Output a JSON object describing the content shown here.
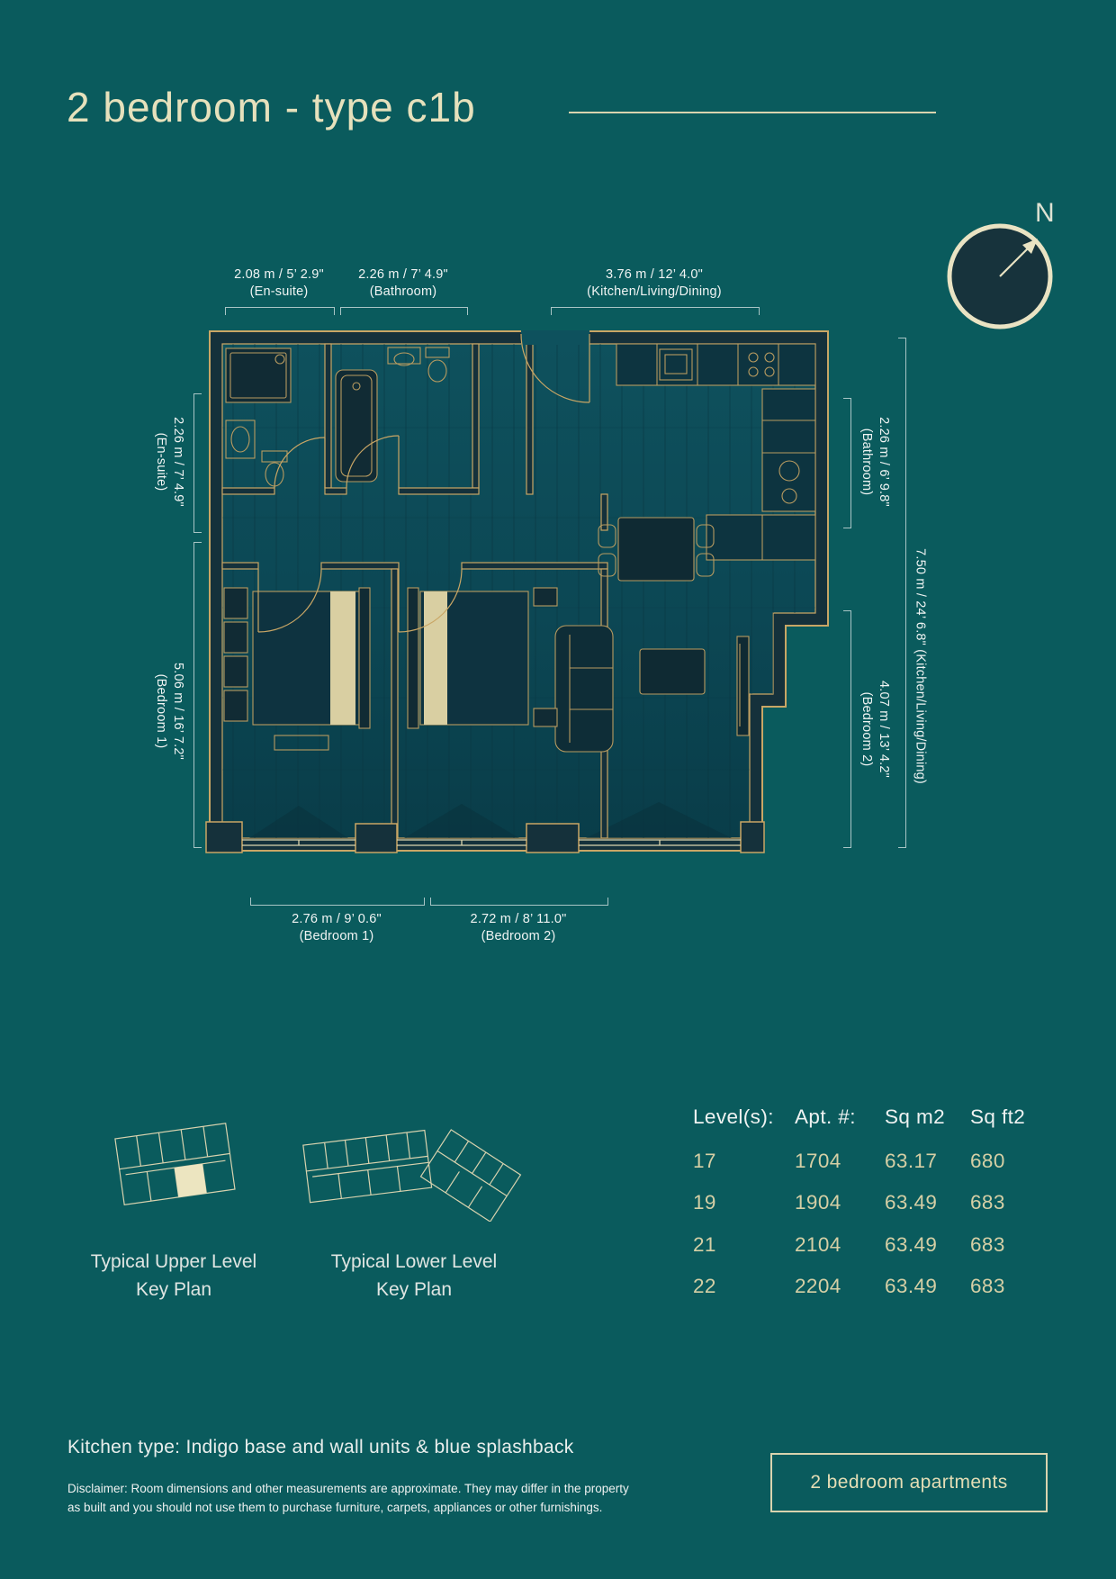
{
  "page": {
    "title": "2 bedroom - type c1b"
  },
  "compass": {
    "north_label": "N"
  },
  "plan": {
    "dims_top": [
      {
        "size": "2.08 m / 5’ 2.9\"",
        "room": "(En-suite)"
      },
      {
        "size": "2.26 m / 7’ 4.9\"",
        "room": "(Bathroom)"
      },
      {
        "size": "3.76 m / 12’ 4.0\"",
        "room": "(Kitchen/Living/Dining)"
      }
    ],
    "dims_left": [
      {
        "size": "2.26 m / 7’ 4.9\"",
        "room": "(En-suite)"
      },
      {
        "size": "5.06 m / 16’ 7.2\"",
        "room": "(Bedroom 1)"
      }
    ],
    "dims_right": [
      {
        "size": "2.26 m / 6’ 9.8\"",
        "room": "(Bathroom)"
      },
      {
        "size": "4.07 m / 13’ 4.2\"",
        "room": "(Bedroom 2)"
      }
    ],
    "dim_right_outer": "7.50 m / 24’ 6.8\" (Kitchen/Living/Dining)",
    "dims_bottom": [
      {
        "size": "2.76 m / 9’ 0.6\"",
        "room": "(Bedroom 1)"
      },
      {
        "size": "2.72 m / 8’ 11.0\"",
        "room": "(Bedroom 2)"
      }
    ]
  },
  "key_plans": {
    "upper_line1": "Typical Upper Level",
    "upper_line2": "Key Plan",
    "lower_line1": "Typical Lower Level",
    "lower_line2": "Key Plan"
  },
  "table": {
    "headers": [
      "Level(s):",
      "Apt. #:",
      "Sq m2",
      "Sq ft2"
    ],
    "rows": [
      [
        "17",
        "1704",
        "63.17",
        "680"
      ],
      [
        "19",
        "1904",
        "63.49",
        "683"
      ],
      [
        "21",
        "2104",
        "63.49",
        "683"
      ],
      [
        "22",
        "2204",
        "63.49",
        "683"
      ]
    ]
  },
  "footer": {
    "kitchen_note": "Kitchen type: Indigo base and wall units & blue splashback",
    "disclaimer_line1": "Disclaimer: Room dimensions and other measurements are approximate. They may differ in the property",
    "disclaimer_line2": "as built and you should not use them to purchase furniture, carpets, appliances or other furnishings.",
    "category_button": "2 bedroom apartments"
  },
  "colors": {
    "background": "#0a5b5d",
    "cream": "#e6e1bc",
    "gold_walls": "#c9a665",
    "plan_navy": "#15313b",
    "table_values": "#d5cfa5",
    "white_text": "#f0f4f3"
  }
}
